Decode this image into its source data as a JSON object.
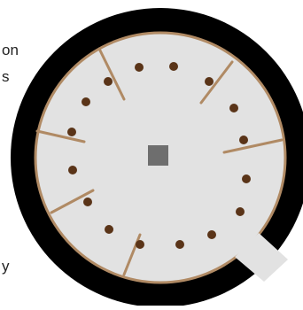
{
  "side_text": {
    "line1": "on",
    "line2": "s",
    "line3": "y"
  },
  "colors": {
    "background": "#ffffff",
    "outer_ring": "#000000",
    "inner_disc": "#e2e2e2",
    "rim": "#b08a64",
    "spokes": "#b08a64",
    "dots": "#5a3418",
    "center_square": "#6e6e6e",
    "notch": "#e2e2e2"
  },
  "icons": {
    "center": "center-square-icon",
    "dot": "brown-dot-icon",
    "spoke": "spoke-line-icon"
  }
}
